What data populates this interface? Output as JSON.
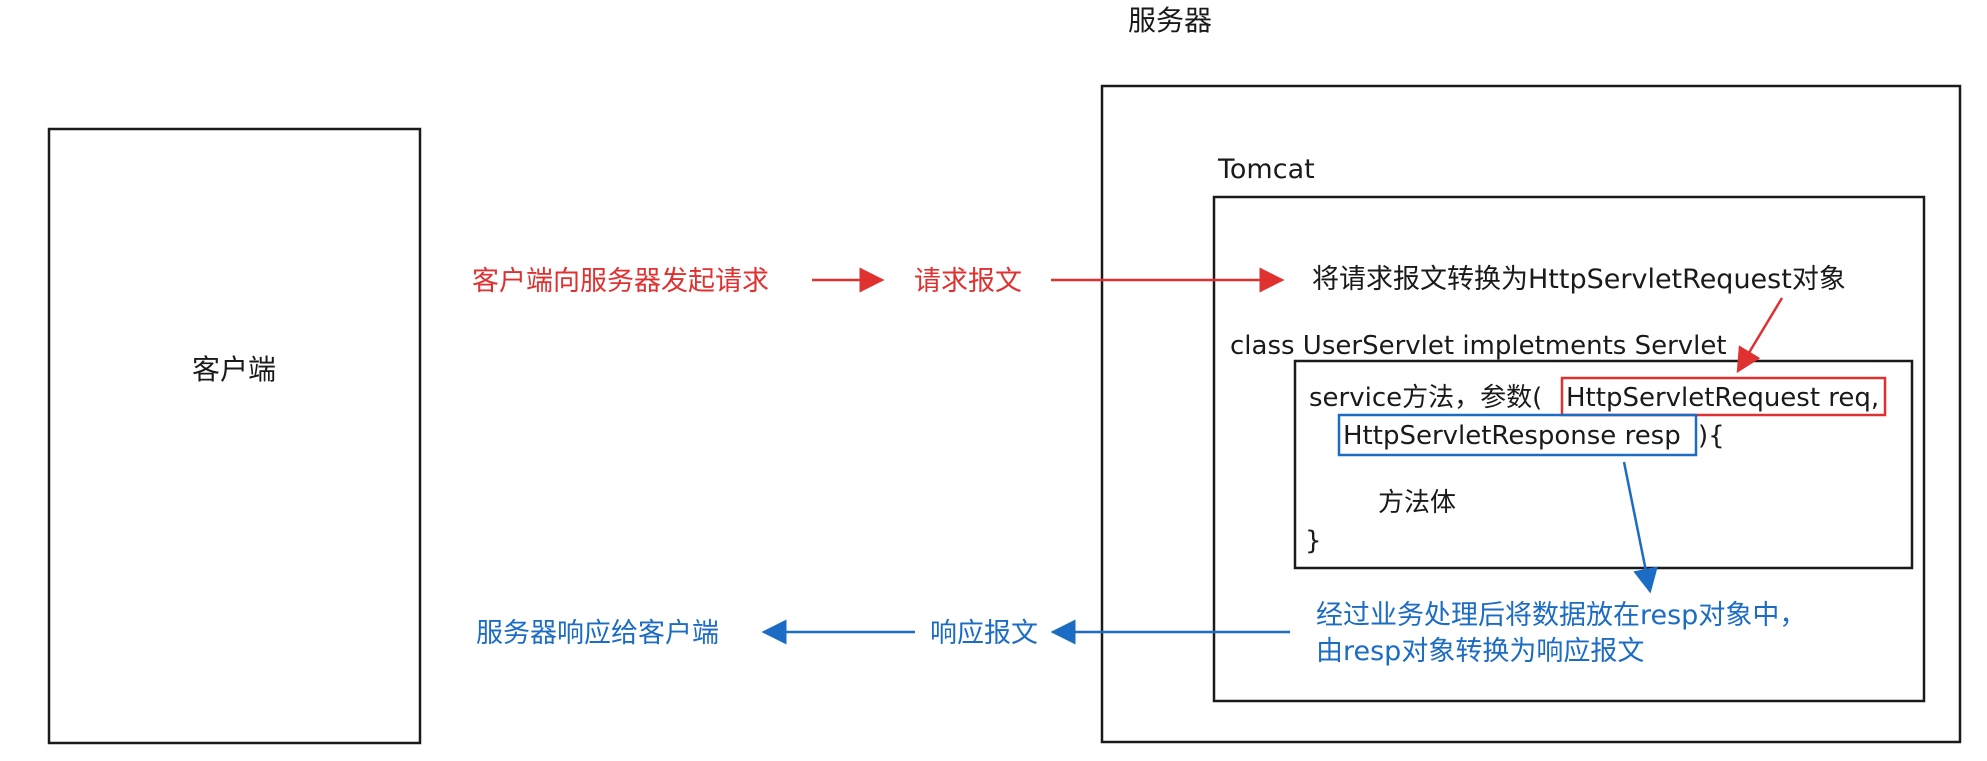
{
  "server": {
    "title": "服务器"
  },
  "client": {
    "label": "客户端"
  },
  "tomcat": {
    "label": "Tomcat"
  },
  "request": {
    "description": "客户端向服务器发起请求",
    "message": "请求报文",
    "conversion": "将请求报文转换为HttpServletRequest对象"
  },
  "servlet": {
    "class_decl": "class UserServlet impletments Servlet",
    "method_prefix": "service方法，参数(",
    "param_request": "HttpServletRequest req,",
    "param_response": "HttpServletResponse resp",
    "param_suffix": "){",
    "body": "方法体",
    "close_brace": "}"
  },
  "response": {
    "processing_line1": "经过业务处理后将数据放在resp对象中，",
    "processing_line2": "由resp对象转换为响应报文",
    "message": "响应报文",
    "description": "服务器响应给客户端"
  },
  "colors": {
    "request": "#e03131",
    "response": "#1c6cc4",
    "text": "#1a1a1a",
    "border": "#1a1a1a"
  }
}
